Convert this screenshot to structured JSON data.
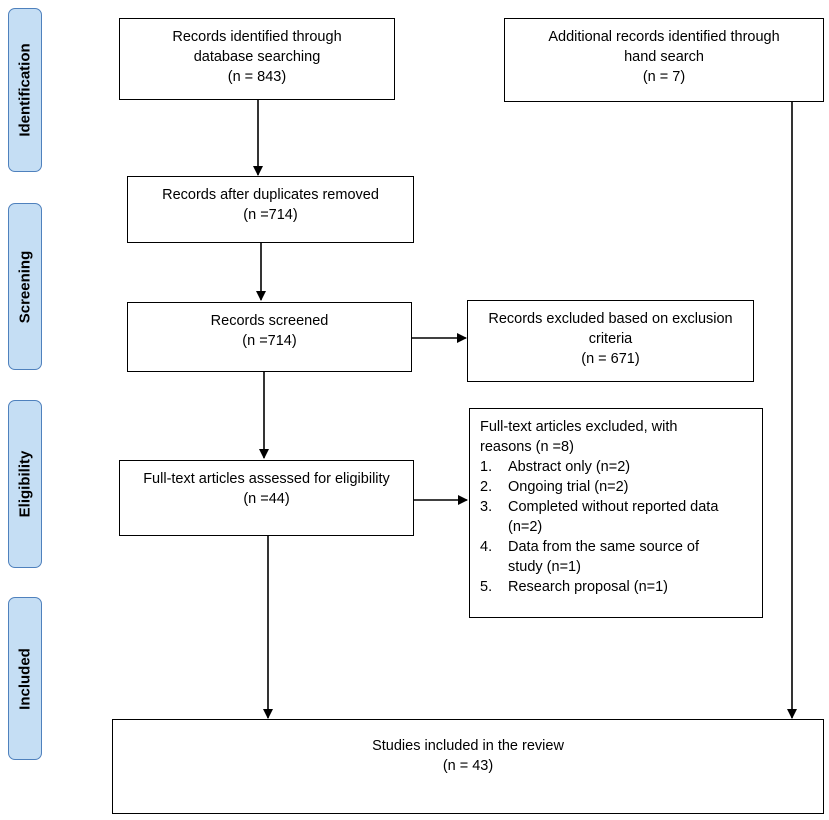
{
  "phases": {
    "identification": "Identification",
    "screening": "Screening",
    "eligibility": "Eligibility",
    "included": "Included"
  },
  "boxes": {
    "db_search": {
      "lines": [
        "Records identified through",
        "database searching",
        "(n = 843)"
      ]
    },
    "hand_search": {
      "lines": [
        "Additional records identified through",
        "hand search",
        "(n = 7)"
      ]
    },
    "duplicates_removed": {
      "lines": [
        "Records after duplicates removed",
        "(n =714)"
      ]
    },
    "screened": {
      "lines": [
        "Records screened",
        "(n =714)"
      ]
    },
    "excluded_criteria": {
      "lines": [
        "Records excluded based on exclusion",
        "criteria",
        "(n = 671)"
      ]
    },
    "fulltext_assessed": {
      "lines": [
        "Full-text articles assessed for eligibility",
        "(n =44)"
      ]
    },
    "fulltext_excluded": {
      "heading": [
        "Full-text articles excluded, with",
        "reasons (n =8)"
      ],
      "reasons": [
        {
          "num": "1.",
          "lines": [
            "Abstract only (n=2)"
          ]
        },
        {
          "num": "2.",
          "lines": [
            "Ongoing trial (n=2)"
          ]
        },
        {
          "num": "3.",
          "lines": [
            "Completed without reported data",
            "(n=2)"
          ]
        },
        {
          "num": "4.",
          "lines": [
            "Data from the same source of",
            "study (n=1)"
          ]
        },
        {
          "num": "5.",
          "lines": [
            "Research proposal (n=1)"
          ]
        }
      ]
    },
    "included_review": {
      "lines": [
        "Studies included in the review",
        "(n = 43)"
      ]
    }
  },
  "colors": {
    "phase_fill": "#c5def4",
    "phase_border": "#4f81bd",
    "line": "#000000"
  }
}
